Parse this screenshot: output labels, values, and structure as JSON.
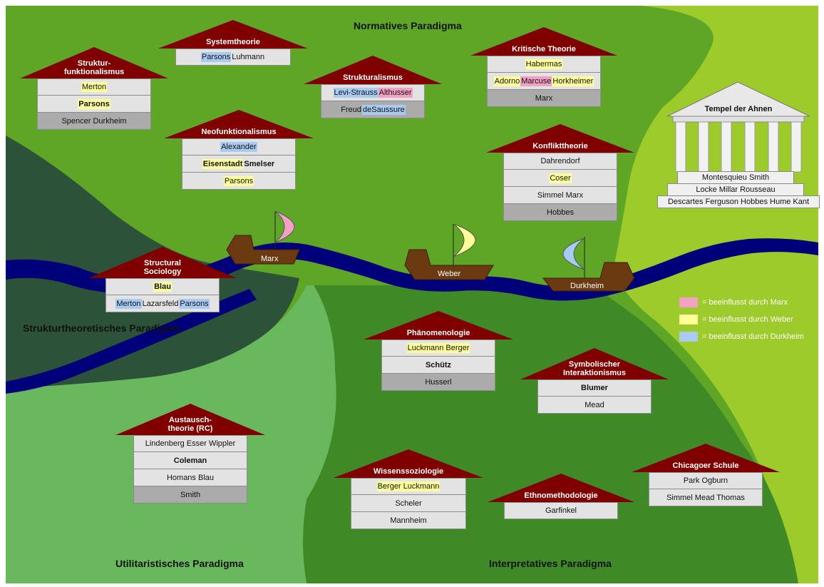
{
  "paradigms": {
    "normative": "Normatives Paradigma",
    "structural": "Strukturtheoretisches Paradigma",
    "utilitarian": "Utilitaristisches Paradigma",
    "interpretative": "Interpretatives Paradigma"
  },
  "colors": {
    "marx": "#f4a0c4",
    "weber": "#ffff9a",
    "durkheim": "#a9cbf2",
    "roof": "#800000",
    "river": "#00007a",
    "boat": "#6b3a10"
  },
  "legend": {
    "marx": "= beeinflusst durch Marx",
    "weber": "= beeinflusst durch Weber",
    "durkheim": "= beeinflusst durch Durkheim"
  },
  "boats": {
    "marx": "Marx",
    "weber": "Weber",
    "durkheim": "Durkheim"
  },
  "temple": {
    "title": "Tempel der Ahnen",
    "row1": "Montesquieu Smith",
    "row2": "Locke Millar Rousseau",
    "row3": "Descartes Ferguson Hobbes Hume Kant"
  },
  "houses": {
    "strukturfunktionalismus": {
      "title": "Struktur-\nfunktionalismus",
      "floors": [
        [
          {
            "t": "Merton",
            "c": "yellow"
          }
        ],
        [
          {
            "t": "Parsons",
            "c": "yellow"
          }
        ],
        [
          {
            "t": "Spencer Durkheim",
            "c": ""
          }
        ]
      ]
    },
    "systemtheorie": {
      "title": "Systemtheorie",
      "floors": [
        [
          {
            "t": "Parsons",
            "c": "blue"
          },
          {
            "t": "Luhmann",
            "c": ""
          }
        ]
      ]
    },
    "strukturalismus": {
      "title": "Strukturalismus",
      "floors": [
        [
          {
            "t": "Levi-Strauss",
            "c": "blue"
          },
          {
            "t": "Althusser",
            "c": "pink"
          }
        ],
        [
          {
            "t": "Freud",
            "c": ""
          },
          {
            "t": "deSaussure",
            "c": "blue"
          }
        ]
      ]
    },
    "kritische": {
      "title": "Kritische Theorie",
      "floors": [
        [
          {
            "t": "Habermas",
            "c": "yellow"
          }
        ],
        [
          {
            "t": "Adorno",
            "c": "yellow"
          },
          {
            "t": "Marcuse",
            "c": "pink"
          },
          {
            "t": "Horkheimer",
            "c": "yellow"
          }
        ],
        [
          {
            "t": "Marx",
            "c": ""
          }
        ]
      ]
    },
    "neofunktionalismus": {
      "title": "Neofunktionalismus",
      "floors": [
        [
          {
            "t": "Alexander",
            "c": "blue"
          }
        ],
        [
          {
            "t": "Eisenstadt",
            "c": "yellow"
          },
          {
            "t": "Smelser",
            "c": ""
          }
        ],
        [
          {
            "t": "Parsons",
            "c": "yellow"
          }
        ]
      ]
    },
    "konflikt": {
      "title": "Konflikttheorie",
      "floors": [
        [
          {
            "t": "Dahrendorf",
            "c": ""
          }
        ],
        [
          {
            "t": "Coser",
            "c": "yellow"
          }
        ],
        [
          {
            "t": "Simmel Marx",
            "c": ""
          }
        ],
        [
          {
            "t": "Hobbes",
            "c": ""
          }
        ]
      ]
    },
    "structural_sociology": {
      "title": "Structural\nSociology",
      "floors": [
        [
          {
            "t": "Blau",
            "c": "yellow"
          }
        ],
        [
          {
            "t": "Merton",
            "c": "blue"
          },
          {
            "t": "Lazarsfeld",
            "c": ""
          },
          {
            "t": "Parsons",
            "c": "blue"
          }
        ]
      ]
    },
    "phaenomenologie": {
      "title": "Phänomenologie",
      "floors": [
        [
          {
            "t": "Luckmann Berger",
            "c": "yellow"
          }
        ],
        [
          {
            "t": "Schütz",
            "c": ""
          }
        ],
        [
          {
            "t": "Husserl",
            "c": ""
          }
        ]
      ]
    },
    "symbolischer": {
      "title": "Symbolischer\nInteraktionismus",
      "floors": [
        [
          {
            "t": "Blumer",
            "c": ""
          }
        ],
        [
          {
            "t": "Mead",
            "c": ""
          }
        ]
      ]
    },
    "austausch": {
      "title": "Austausch-\ntheorie (RC)",
      "floors": [
        [
          {
            "t": "Lindenberg Esser Wippler",
            "c": ""
          }
        ],
        [
          {
            "t": "Coleman",
            "c": ""
          }
        ],
        [
          {
            "t": "Homans Blau",
            "c": ""
          }
        ],
        [
          {
            "t": "Smith",
            "c": ""
          }
        ]
      ]
    },
    "wissenssoziologie": {
      "title": "Wissenssoziologie",
      "floors": [
        [
          {
            "t": "Berger Luckmann",
            "c": "yellow"
          }
        ],
        [
          {
            "t": "Scheler",
            "c": ""
          }
        ],
        [
          {
            "t": "Mannheim",
            "c": ""
          }
        ]
      ]
    },
    "ethnomethodologie": {
      "title": "Ethnomethodologie",
      "floors": [
        [
          {
            "t": "Garfinkel",
            "c": ""
          }
        ]
      ]
    },
    "chicagoer": {
      "title": "Chicagoer Schule",
      "floors": [
        [
          {
            "t": "Park Ogburn",
            "c": ""
          }
        ],
        [
          {
            "t": "Simmel Mead Thomas",
            "c": ""
          }
        ]
      ]
    }
  }
}
